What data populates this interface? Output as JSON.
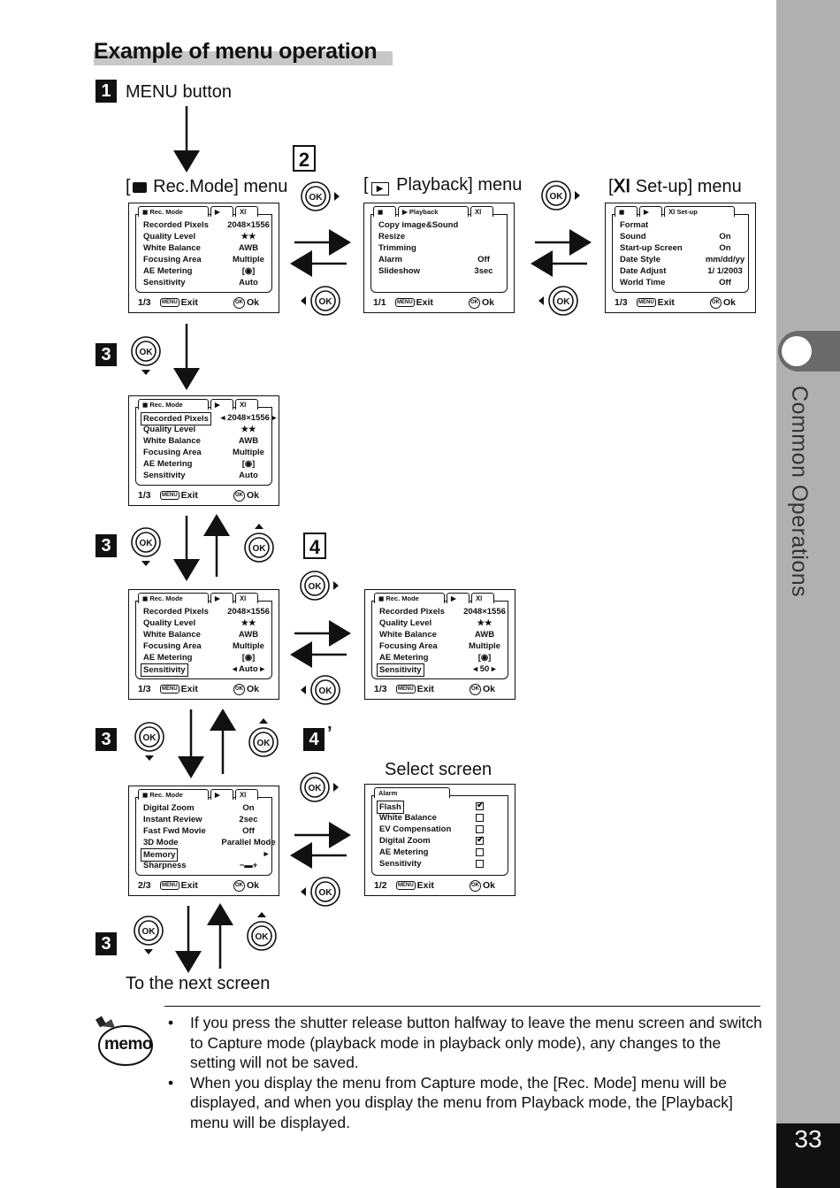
{
  "title": "Example of menu operation",
  "side": {
    "label": "Common Operations",
    "page_number": "33"
  },
  "steps": {
    "s1": "1",
    "s1_label": "MENU button",
    "s2": "2",
    "s3": "3",
    "s4": "4",
    "s4p": "4",
    "s4p_mark": "’",
    "select_screen": "Select screen",
    "next": "To the next screen"
  },
  "menu_labels": {
    "rec": {
      "pre": "[",
      "post": " Rec.Mode] menu"
    },
    "play": {
      "pre": "[",
      "post": " Playback] menu"
    },
    "setup": {
      "pre": "[",
      "post": " Set-up] menu"
    }
  },
  "screens": {
    "rec": {
      "tab": "Rec. Mode",
      "rows": [
        [
          "Recorded Pixels",
          "2048×1556"
        ],
        [
          "Quality Level",
          "★★"
        ],
        [
          "White Balance",
          "AWB"
        ],
        [
          "Focusing Area",
          "Multiple"
        ],
        [
          "AE Metering",
          "[◉]"
        ],
        [
          "Sensitivity",
          "Auto"
        ]
      ],
      "page": "1/3",
      "exit": "Exit",
      "ok": "Ok"
    },
    "play": {
      "tab": "Playback",
      "rows": [
        [
          "Copy image&Sound",
          ""
        ],
        [
          "Resize",
          ""
        ],
        [
          "Trimming",
          ""
        ],
        [
          "Alarm",
          "Off"
        ],
        [
          "Slideshow",
          "3sec"
        ]
      ],
      "page": "1/1",
      "exit": "Exit",
      "ok": "Ok"
    },
    "setup": {
      "tab": "Set-up",
      "rows": [
        [
          "Format",
          ""
        ],
        [
          "Sound",
          "On"
        ],
        [
          "Start-up Screen",
          "On"
        ],
        [
          "Date Style",
          "mm/dd/yy"
        ],
        [
          "Date Adjust",
          "1/ 1/2003"
        ],
        [
          "World Time",
          "Off"
        ]
      ],
      "page": "1/3",
      "exit": "Exit",
      "ok": "Ok"
    },
    "sens": {
      "rows": [
        [
          "Recorded Pixels",
          "2048×1556"
        ],
        [
          "Quality Level",
          "★★"
        ],
        [
          "White Balance",
          "AWB"
        ],
        [
          "Focusing Area",
          "Multiple"
        ],
        [
          "AE Metering",
          "[◉]"
        ],
        [
          "Sensitivity",
          "50"
        ]
      ]
    },
    "page2": {
      "rows": [
        [
          "Digital Zoom",
          "On"
        ],
        [
          "Instant Review",
          "2sec"
        ],
        [
          "Fast Fwd Movie",
          "Off"
        ],
        [
          "3D Mode",
          "Parallel Mode"
        ],
        [
          "Memory",
          ""
        ],
        [
          "Sharpness",
          "−▬+"
        ]
      ],
      "page": "2/3"
    },
    "select": {
      "tab": "Alarm",
      "rows": [
        [
          "Flash",
          "✔"
        ],
        [
          "White Balance",
          ""
        ],
        [
          "EV Compensation",
          ""
        ],
        [
          "Digital Zoom",
          "✔"
        ],
        [
          "AE Metering",
          ""
        ],
        [
          "Sensitivity",
          ""
        ]
      ],
      "page": "1/2"
    }
  },
  "dial_label": "OK",
  "memo": {
    "icon_text": "memo",
    "items": [
      "If you press the shutter release button halfway to leave the menu screen and switch to Capture mode (playback mode in playback only mode), any changes to the setting will not be saved.",
      "When you display the menu from Capture mode, the [Rec. Mode] menu will be displayed, and when you display the menu from Playback mode, the [Playback] menu will be displayed."
    ]
  }
}
